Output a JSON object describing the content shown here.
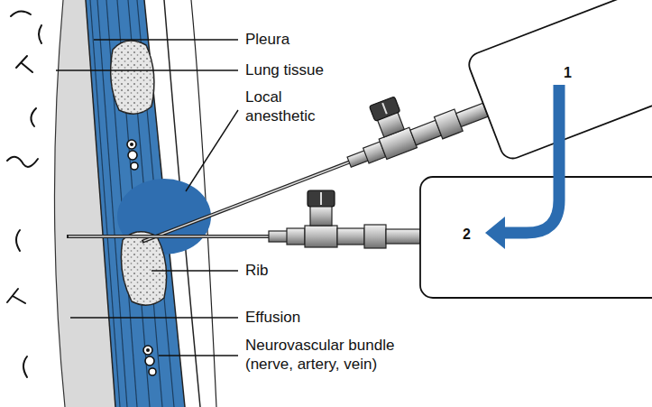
{
  "diagram": {
    "labels": [
      "Pleura",
      "Lung tissue",
      "Local anesthetic",
      "Rib",
      "Effusion",
      "Neurovascular bundle (nerve, artery, vein)",
      "1",
      "2"
    ]
  }
}
